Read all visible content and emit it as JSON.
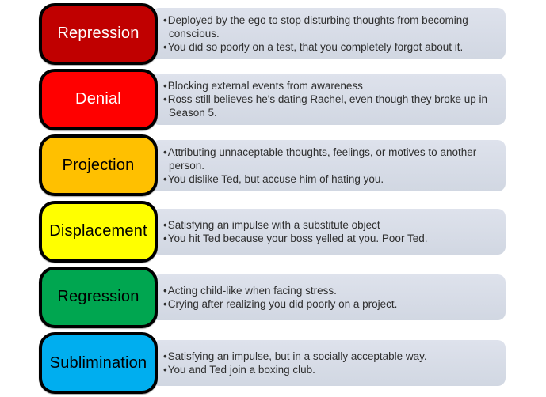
{
  "ui": {
    "bullet_char": "•"
  },
  "panel_color": "#D5DAE5",
  "rows": [
    {
      "label": "Repression",
      "color": "#C00000",
      "label_color": "#FFFFFF",
      "bullets": [
        "Deployed by the ego to stop disturbing thoughts from becoming conscious.",
        "You did so poorly on a test, that you completely forgot about it."
      ]
    },
    {
      "label": "Denial",
      "color": "#FF0000",
      "label_color": "#FFFFFF",
      "bullets": [
        "Blocking external events from awareness",
        "Ross still believes he's dating Rachel, even though they broke up in Season 5."
      ]
    },
    {
      "label": "Projection",
      "color": "#FFC000",
      "label_color": "#000000",
      "bullets": [
        "Attributing unnaceptable thoughts, feelings, or motives to another person.",
        "You dislike Ted, but accuse him of hating you."
      ]
    },
    {
      "label": "Displacement",
      "color": "#FFFF00",
      "label_color": "#000000",
      "bullets": [
        "Satisfying an impulse with a substitute object",
        "You hit Ted because your boss yelled at you. Poor Ted."
      ]
    },
    {
      "label": "Regression",
      "color": "#00A650",
      "label_color": "#000000",
      "bullets": [
        "Acting child-like when facing stress.",
        "Crying after realizing you did poorly on a project."
      ]
    },
    {
      "label": "Sublimination",
      "color": "#00AEEF",
      "label_color": "#000000",
      "bullets": [
        "Satisfying an impulse, but in a socially acceptable way.",
        "You and Ted join a boxing club."
      ]
    }
  ]
}
